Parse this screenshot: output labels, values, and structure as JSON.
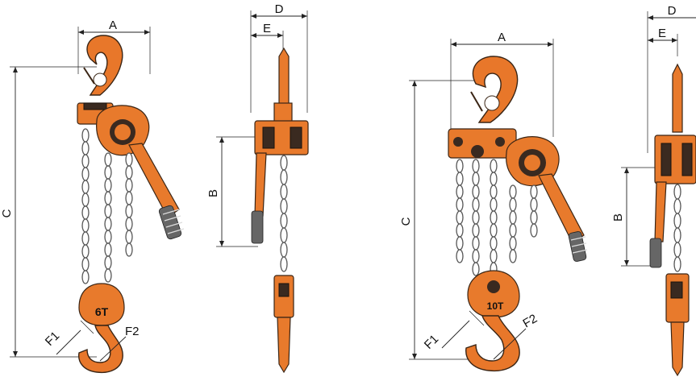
{
  "figure": {
    "left_assembly": {
      "front_view": {
        "capacity_mark": "6T",
        "dimension_labels": {
          "width": "A",
          "height": "C",
          "hook_f1": "F1",
          "hook_f2": "F2"
        }
      },
      "side_view": {
        "dimension_labels": {
          "depth": "D",
          "offset": "E",
          "lever": "B"
        }
      }
    },
    "right_assembly": {
      "front_view": {
        "capacity_mark": "10T",
        "dimension_labels": {
          "width": "A",
          "height": "C",
          "hook_f1": "F1",
          "hook_f2": "F2"
        }
      },
      "side_view": {
        "dimension_labels": {
          "depth": "D",
          "offset": "E",
          "lever": "B"
        }
      }
    }
  },
  "colors": {
    "body": "#e87a2c",
    "outline": "#3a2515",
    "chain": "#ffffff",
    "lines": "#222222"
  }
}
